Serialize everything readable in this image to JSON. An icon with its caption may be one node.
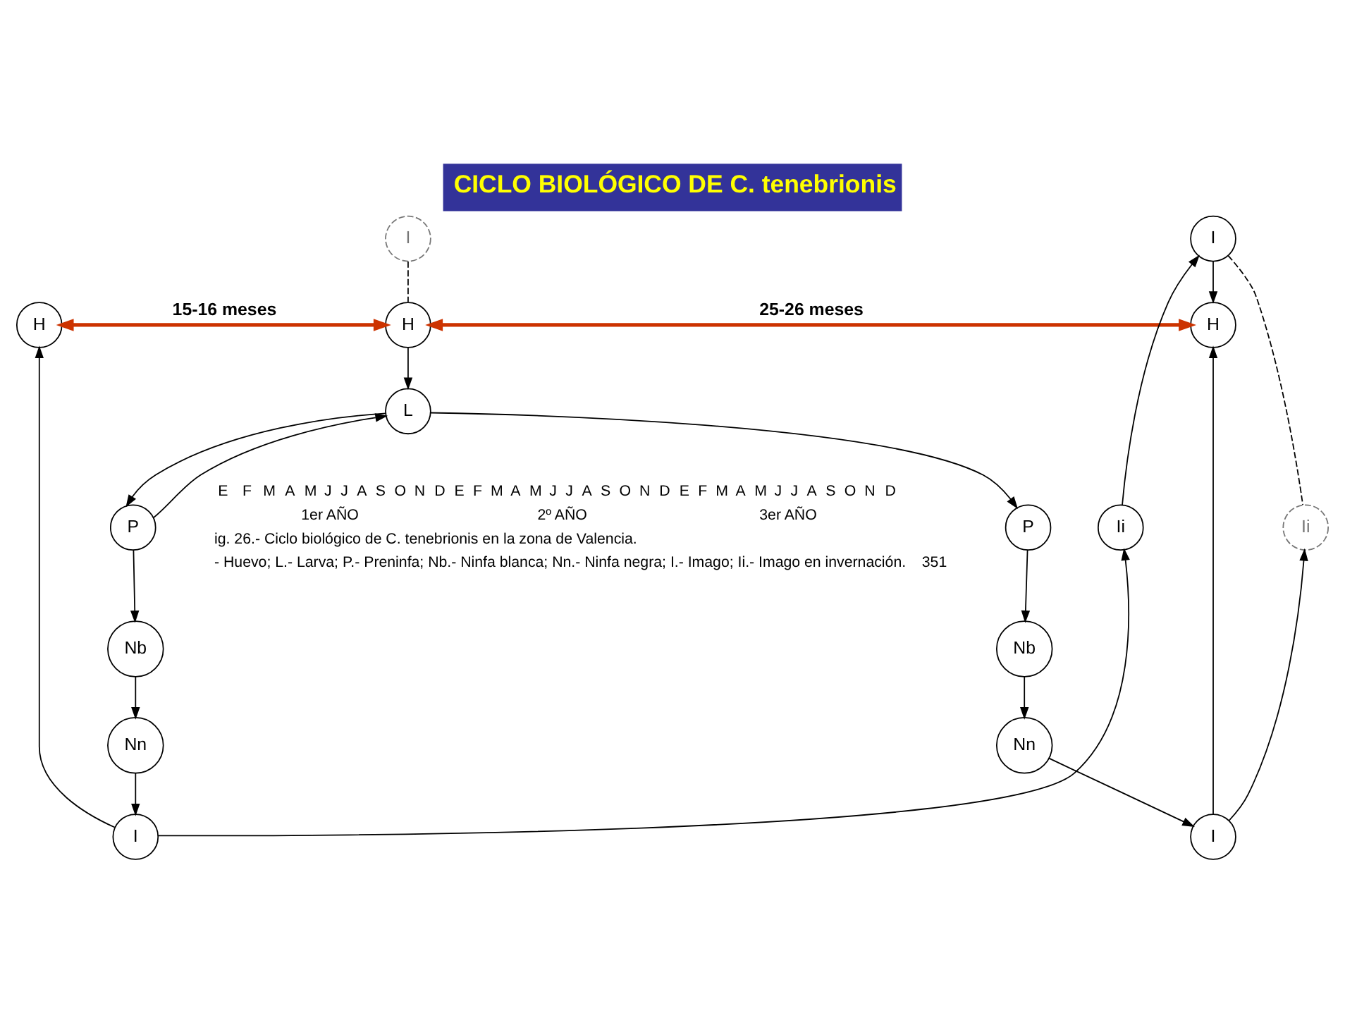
{
  "diagram": {
    "title": "CICLO BIOLÓGICO DE C. tenebrionis",
    "nodes": [
      {
        "text": [
          "I"
        ]
      },
      {
        "text": [
          "H"
        ]
      },
      {
        "text": [
          "L"
        ]
      },
      {
        "text": [
          "H"
        ]
      },
      {
        "text": [
          "I"
        ]
      },
      {
        "text": [
          "Nn"
        ]
      },
      {
        "text": [
          "Nb"
        ]
      },
      {
        "text": [
          "P"
        ]
      },
      {
        "text": [
          "Ii"
        ]
      },
      {
        "text": [
          "I"
        ]
      },
      {
        "text": [
          "H"
        ]
      },
      {
        "text": [
          "I"
        ]
      },
      {
        "text": [
          "Nn"
        ]
      },
      {
        "text": [
          "Nb"
        ]
      },
      {
        "text": [
          "P"
        ]
      },
      {
        "text": [
          "Ii"
        ]
      }
    ],
    "edges": [
      {
        "from": 0,
        "to": 1,
        "arrow": "none",
        "style": "dashed"
      },
      {
        "from": 1,
        "to": 2,
        "arrow": "to"
      },
      {
        "from": 2,
        "to": 7,
        "arrow": "to"
      },
      {
        "from": 7,
        "to": 2,
        "arrow": "to"
      },
      {
        "from": 2,
        "to": 14,
        "arrow": "to"
      },
      {
        "from": 7,
        "to": 6,
        "arrow": "to"
      },
      {
        "from": 6,
        "to": 5,
        "arrow": "to"
      },
      {
        "from": 5,
        "to": 4,
        "arrow": "to"
      },
      {
        "from": 4,
        "to": 3,
        "arrow": "to"
      },
      {
        "from": 4,
        "to": 8,
        "arrow": "to"
      },
      {
        "from": 8,
        "to": 9,
        "arrow": "to"
      },
      {
        "from": 9,
        "to": 10,
        "arrow": "to"
      },
      {
        "from": 14,
        "to": 13,
        "arrow": "to"
      },
      {
        "from": 13,
        "to": 12,
        "arrow": "to"
      },
      {
        "from": 12,
        "to": 11,
        "arrow": "to"
      },
      {
        "from": 11,
        "to": 10,
        "arrow": "to"
      },
      {
        "from": 11,
        "to": 15,
        "arrow": "to"
      },
      {
        "from": 9,
        "to": 15,
        "arrow": "none",
        "style": "dashed"
      },
      {
        "from": 1,
        "to": 10,
        "arrow": "both",
        "label": "25-26 meses",
        "style": "thick",
        "color": "#cc3300"
      },
      {
        "from": 1,
        "to": 3,
        "arrow": "both",
        "label": "15-16 meses",
        "style": "thick",
        "color": "#cc3300"
      }
    ],
    "labels": [
      "E",
      "F",
      "M",
      "A",
      "M",
      "J",
      "J",
      "A",
      "S",
      "O",
      "N",
      "D",
      "E",
      "F",
      "M",
      "A",
      "M",
      "J",
      "J",
      "A",
      "S",
      "O",
      "N",
      "D",
      "E",
      "F",
      "M",
      "A",
      "M",
      "J",
      "J",
      "A",
      "S",
      "O",
      "N",
      "D",
      "1er AÑO",
      "2º AÑO",
      "3er AÑO",
      "ig. 26.- Ciclo biológico de C. tenebrionis en la zona de Valencia.",
      "- Huevo; L.- Larva; P.- Preninfa; Nb.- Ninfa blanca; Nn.- Ninfa negra; I.- Imago; Ii.- Imago en invernación.",
      "351"
    ]
  }
}
